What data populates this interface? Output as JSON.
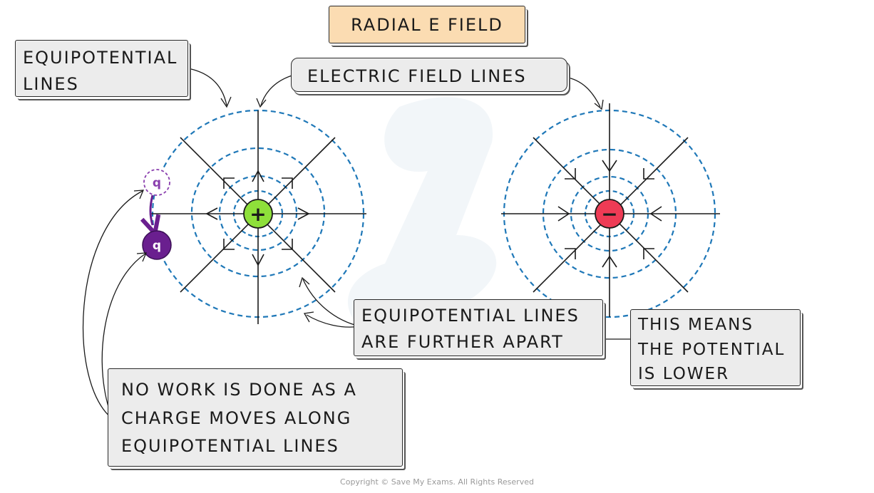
{
  "title": "RADIAL E FIELD",
  "labels": {
    "equipotential": [
      "EQUIPOTENTIAL",
      "LINES"
    ],
    "field_lines": "ELECTRIC FIELD LINES",
    "further_apart": [
      "EQUIPOTENTIAL LINES",
      "ARE FURTHER APART"
    ],
    "lower_potential": [
      "THIS MEANS",
      "THE POTENTIAL",
      "IS LOWER"
    ],
    "no_work": [
      "NO WORK IS DONE AS A",
      "CHARGE MOVES ALONG",
      "EQUIPOTENTIAL LINES"
    ]
  },
  "charges": {
    "positive": {
      "symbol": "+",
      "color": "#8ee03a"
    },
    "negative": {
      "symbol": "−",
      "color": "#ee3b55"
    },
    "test_charge": {
      "symbol": "q",
      "color": "#6a1f8f"
    }
  },
  "colors": {
    "equipotential_line": "#1f78b8",
    "field_line": "#1a1a1a",
    "title_box": "#fbdcb2",
    "label_box": "#ececec"
  },
  "copyright": "Copyright © Save My Exams. All Rights Reserved"
}
